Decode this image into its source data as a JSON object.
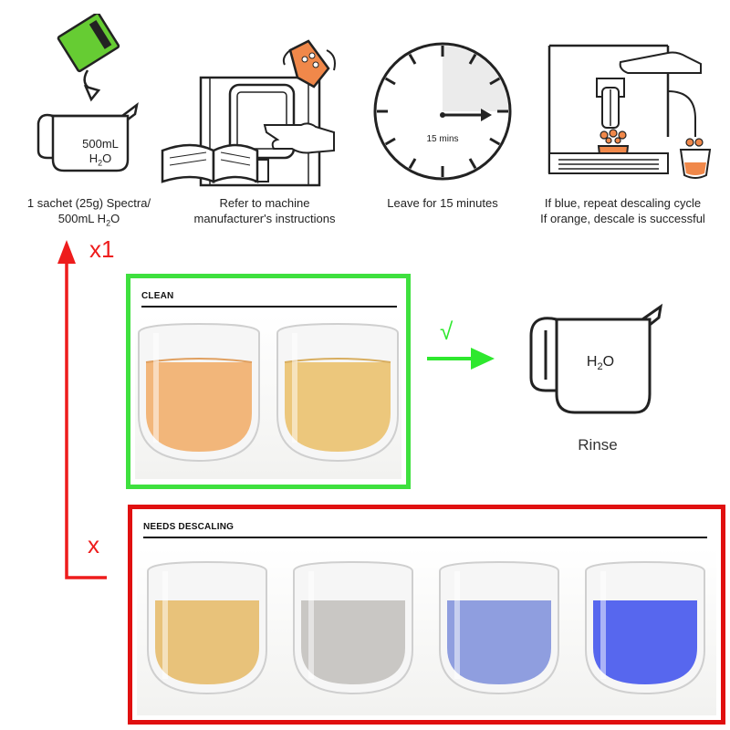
{
  "steps": [
    {
      "caption_line1": "1 sachet (25g) Spectra/",
      "caption_line2": "500mL H",
      "caption_sub": "2",
      "caption_tail": "O",
      "jug_line1": "500mL",
      "jug_line2": "H",
      "jug_sub": "2",
      "jug_tail": "O",
      "icon": "sachet-jug-icon"
    },
    {
      "caption_line1": "Refer to machine",
      "caption_line2": "manufacturer's instructions",
      "icon": "coffee-machine-manual-icon"
    },
    {
      "caption_line1": "Leave for 15 minutes",
      "clock_label": "15 mins",
      "icon": "clock-icon"
    },
    {
      "caption_line1": "If blue, repeat descaling cycle",
      "caption_line2": "If orange, descale is successful",
      "icon": "espresso-machine-icon"
    }
  ],
  "clean_panel": {
    "label": "CLEAN",
    "border_color": "#3ee03e",
    "glasses": [
      {
        "liquid": "#f2b67a"
      },
      {
        "liquid": "#ecc77c"
      }
    ]
  },
  "descaling_panel": {
    "label": "NEEDS DESCALING",
    "border_color": "#e01010",
    "glasses": [
      {
        "liquid": "#e8c27a"
      },
      {
        "liquid": "#c9c7c4"
      },
      {
        "liquid": "#8f9edf"
      },
      {
        "liquid": "#5767ee"
      }
    ]
  },
  "arrows": {
    "repeat_label": "x1",
    "fail_label": "x",
    "success_label": "√",
    "red": "#ee1c1c",
    "green": "#2ee82e"
  },
  "rinse": {
    "label": "Rinse",
    "jug_text": "H",
    "jug_sub": "2",
    "jug_tail": "O",
    "icon": "rinse-jug-icon"
  },
  "colors": {
    "sachet": "#66cc33",
    "orange": "#f0884a",
    "clock_shade": "#ebebeb"
  }
}
